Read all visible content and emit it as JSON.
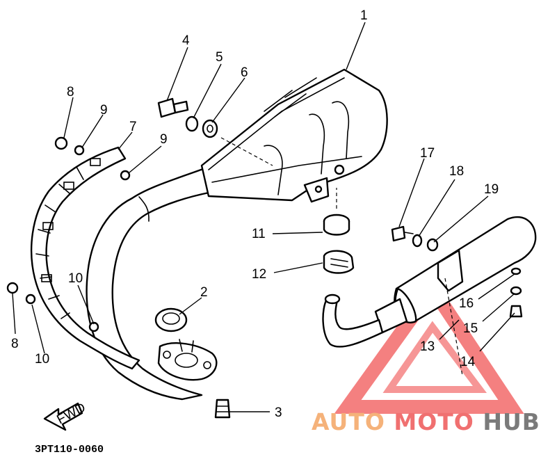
{
  "callouts": [
    "1",
    "2",
    "3",
    "4",
    "5",
    "6",
    "7",
    "8",
    "9",
    "10",
    "11",
    "12",
    "13",
    "14",
    "15",
    "16",
    "17",
    "18",
    "19"
  ],
  "left_labels": {
    "a": "8",
    "b": "9",
    "c": "9",
    "d": "8",
    "e": "10",
    "f": "10"
  },
  "fwd_label": "FWD",
  "diagram_code": "3PT110-0060",
  "watermark": {
    "part1": "AUTO",
    "part2": "MOTO",
    "part3": "HUB",
    "color1": "#f5b27a",
    "color2": "#f07070",
    "color3": "#7a7a7a"
  }
}
